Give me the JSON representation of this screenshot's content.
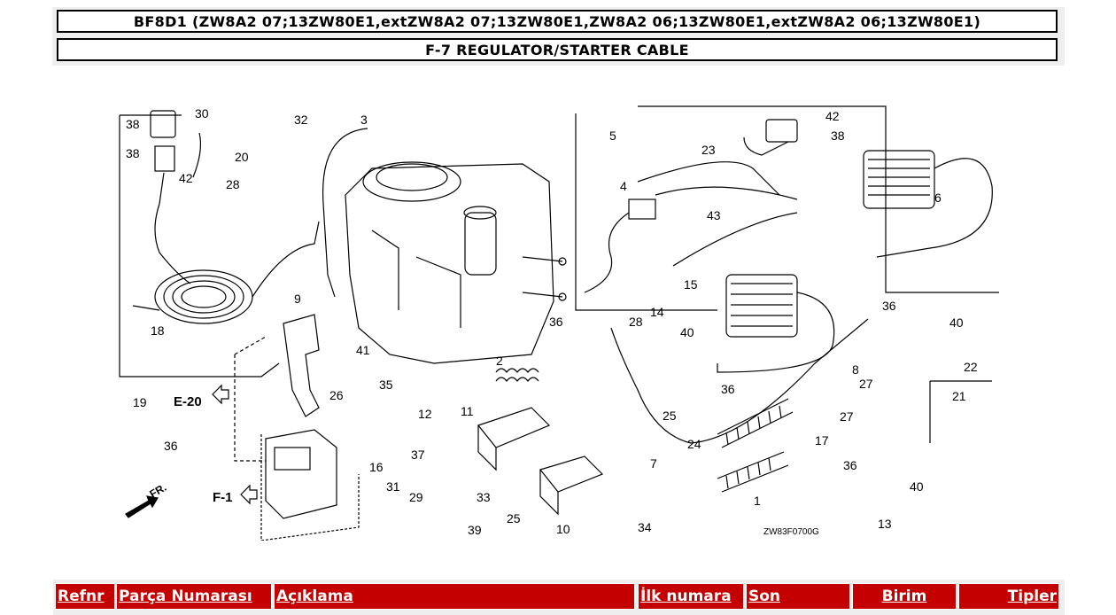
{
  "header": {
    "model": "BF8D1 (ZW8A2 07;13ZW80E1,extZW8A2 07;13ZW80E1,ZW8A2 06;13ZW80E1,extZW8A2 06;13ZW80E1)",
    "section": "F-7 REGULATOR/STARTER CABLE"
  },
  "diagram": {
    "code": "ZW83F0700G",
    "refs": {
      "e20": "E-20",
      "f1": "F-1",
      "fr": "FR."
    },
    "callouts": [
      "38",
      "30",
      "32",
      "3",
      "5",
      "42",
      "38",
      "20",
      "42",
      "23",
      "38",
      "28",
      "4",
      "43",
      "6",
      "9",
      "36",
      "15",
      "36",
      "40",
      "18",
      "41",
      "28",
      "14",
      "40",
      "2",
      "8",
      "22",
      "19",
      "26",
      "35",
      "11",
      "12",
      "36",
      "27",
      "21",
      "36",
      "25",
      "24",
      "27",
      "37",
      "7",
      "17",
      "16",
      "31",
      "29",
      "33",
      "10",
      "25",
      "34",
      "36",
      "1",
      "40",
      "39",
      "13"
    ]
  },
  "table": {
    "columns": [
      "Refnr",
      "Parça Numarası",
      "Açıklama",
      "İlk numara",
      "Son",
      "Birim",
      "Tipler"
    ]
  }
}
